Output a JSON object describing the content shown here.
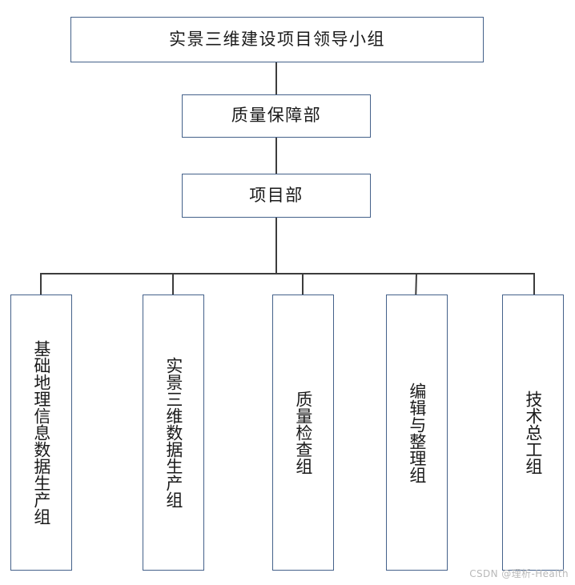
{
  "diagram": {
    "type": "organization-chart",
    "title_node": {
      "label": "实景三维建设项目领导小组"
    },
    "mid_nodes": [
      {
        "label": "质量保障部"
      },
      {
        "label": "项目部"
      }
    ],
    "leaf_nodes": [
      {
        "label": "基础地理信息数据生产组"
      },
      {
        "label": "实景三维数据生产组"
      },
      {
        "label": "质量检查组"
      },
      {
        "label": "编辑与整理组"
      },
      {
        "label": "技术总工组"
      }
    ],
    "colors": {
      "box_border": "#44618a",
      "connector": "#3c3c3c",
      "text": "#1a1a1a",
      "background": "#ffffff",
      "watermark": "#b9b9b9"
    }
  },
  "watermark": {
    "text": "CSDN @理析-Health"
  }
}
